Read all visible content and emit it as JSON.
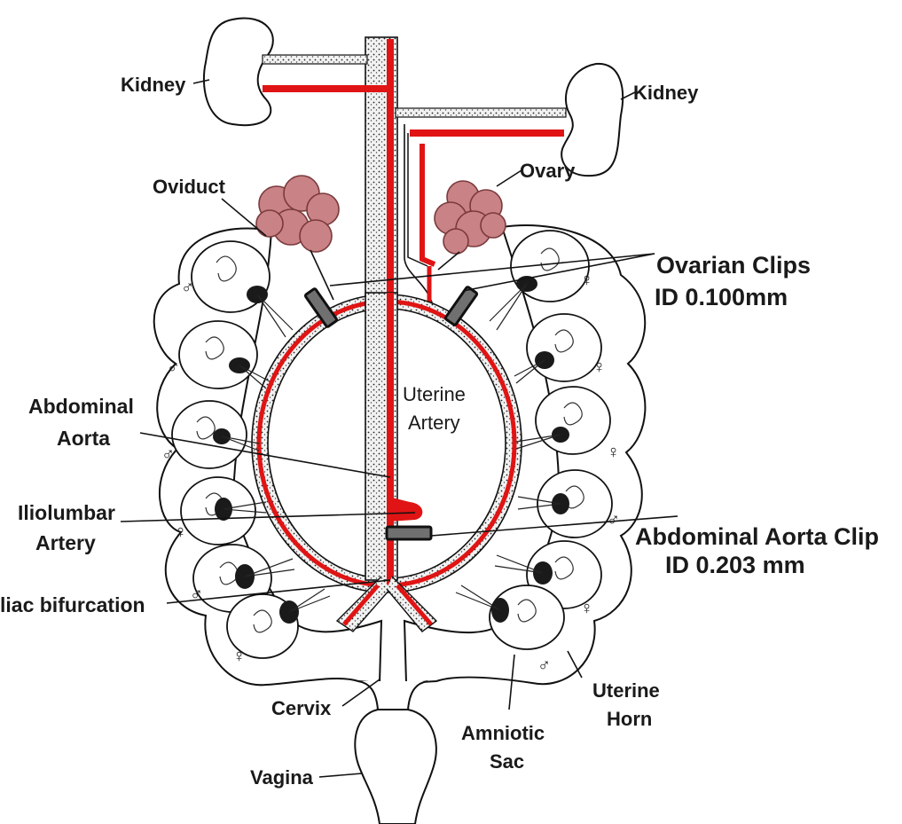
{
  "labels": {
    "kidney_left": "Kidney",
    "kidney_right": "Kidney",
    "oviduct": "Oviduct",
    "ovary": "Ovary",
    "ovarian_clips_line1": "Ovarian Clips",
    "ovarian_clips_line2": "ID 0.100mm",
    "abdominal_aorta_line1": "Abdominal",
    "abdominal_aorta_line2": "Aorta",
    "uterine_artery_line1": "Uterine",
    "uterine_artery_line2": "Artery",
    "iliolumbar_line1": "Iliolumbar",
    "iliolumbar_line2": "Artery",
    "aorta_clip_line1": "Abdominal Aorta Clip",
    "aorta_clip_line2": "ID 0.203 mm",
    "iliac_bifurcation": "liac bifurcation",
    "cervix": "Cervix",
    "uterine_horn_line1": "Uterine",
    "uterine_horn_line2": "Horn",
    "amniotic_line1": "Amniotic",
    "amniotic_line2": "Sac",
    "vagina": "Vagina"
  },
  "sex_symbols": {
    "male": "♂",
    "female": "♀"
  },
  "colors": {
    "artery": "#e01414",
    "ovary": "#c98285",
    "ovary_stroke": "#7a3a3c",
    "clip_fill": "#707070",
    "clip_stroke": "#111111",
    "placenta": "#1a1a1a"
  }
}
